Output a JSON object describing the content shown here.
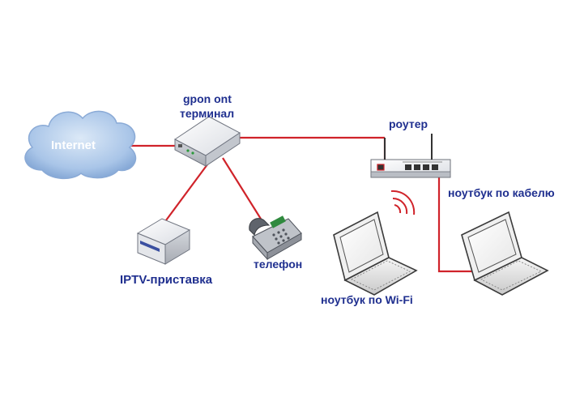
{
  "labels": {
    "internet": "Internet",
    "ont_line1": "gpon ont",
    "ont_line2": "терминал",
    "router": "роутер",
    "laptop_cable": "ноутбук по кабелю",
    "iptv": "IPTV-приставка",
    "phone": "телефон",
    "laptop_wifi": "ноутбук по Wi-Fi"
  },
  "icons": {
    "cloud": "internet-cloud-icon",
    "ont": "ont-terminal-icon",
    "router": "router-icon",
    "settop": "iptv-settop-box-icon",
    "phone": "desk-phone-icon",
    "laptop_wifi": "laptop-icon",
    "laptop_cable": "laptop-icon",
    "wifi": "wifi-signal-icon"
  },
  "colors": {
    "cable": "#d0232a",
    "label_text": "#1f2f8f",
    "cloud": "#a9c5e8",
    "wifi_waves": "#d0232a"
  }
}
